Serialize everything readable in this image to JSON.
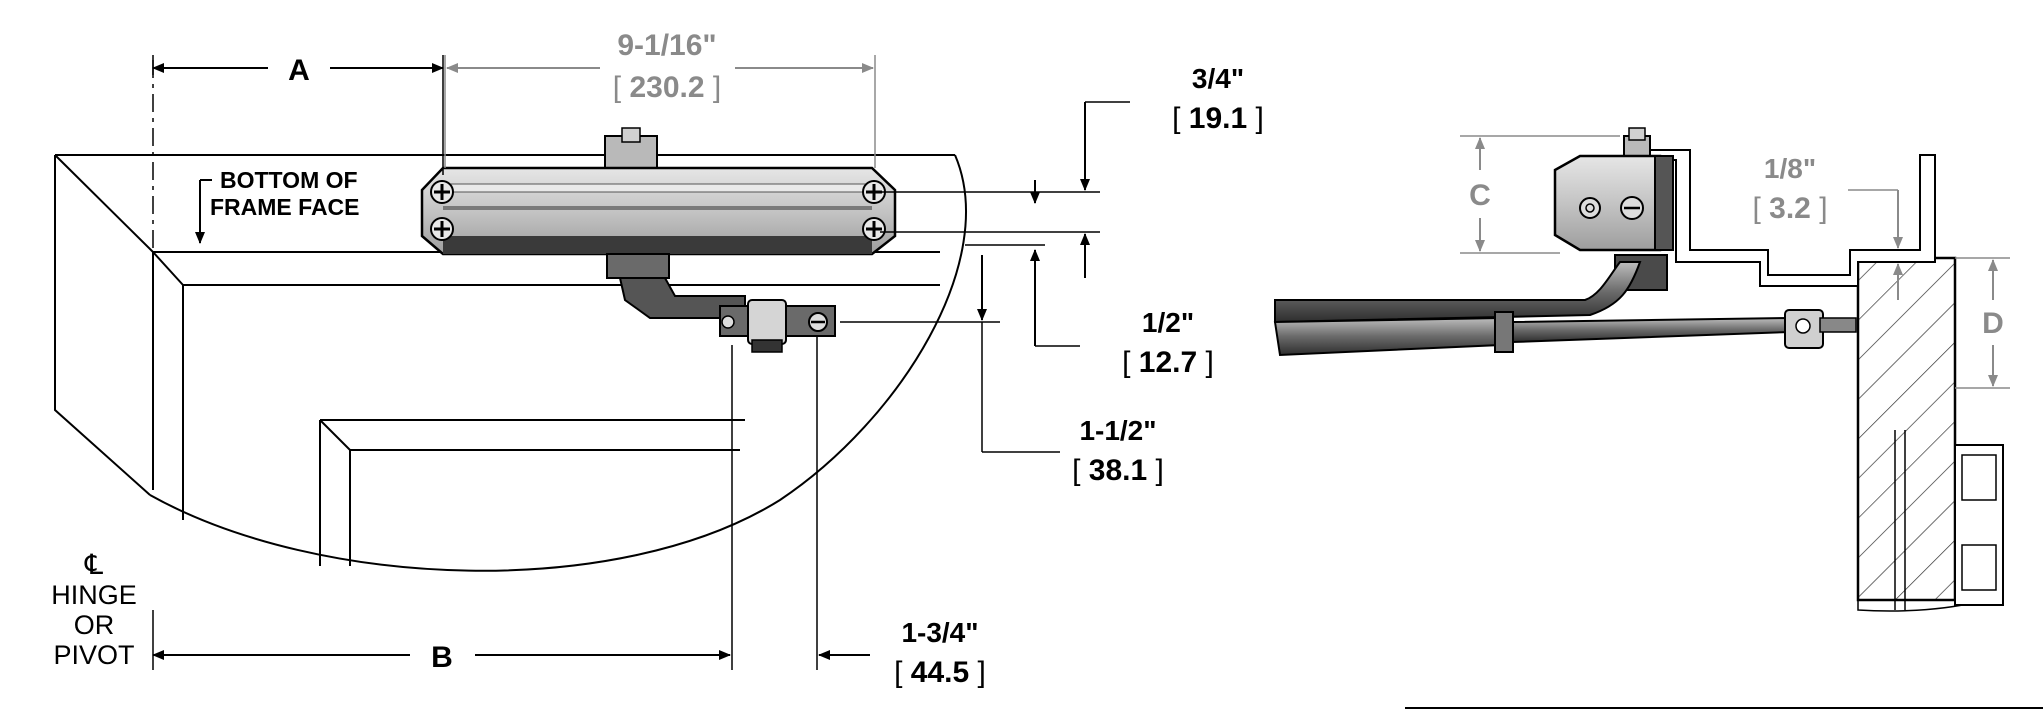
{
  "colors": {
    "line": "#000000",
    "dimension_gray": "#8a8a8a",
    "body_silver": "#c9c9c9",
    "body_dark": "#3a3a3a",
    "arm_dark": "#4a4a4a",
    "background": "#ffffff"
  },
  "front_view": {
    "dim_A": "A",
    "dim_B": "B",
    "body_length": {
      "imperial": "9-1/16\"",
      "metric": "230.2"
    },
    "frame_face_label": {
      "line1": "BOTTOM OF",
      "line2": "FRAME FACE"
    },
    "top_offset": {
      "imperial": "3/4\"",
      "metric": "19.1"
    },
    "mid_offset": {
      "imperial": "1/2\"",
      "metric": "12.7"
    },
    "shoe_drop": {
      "imperial": "1-1/2\"",
      "metric": "38.1"
    },
    "shoe_offset": {
      "imperial": "1-3/4\"",
      "metric": "44.5"
    },
    "hinge_label": {
      "symbol": "℄",
      "line1": "HINGE",
      "line2": "OR",
      "line3": "PIVOT"
    }
  },
  "side_view": {
    "dim_C": "C",
    "dim_D": "D",
    "gap": {
      "imperial": "1/8\"",
      "metric": "3.2"
    }
  }
}
